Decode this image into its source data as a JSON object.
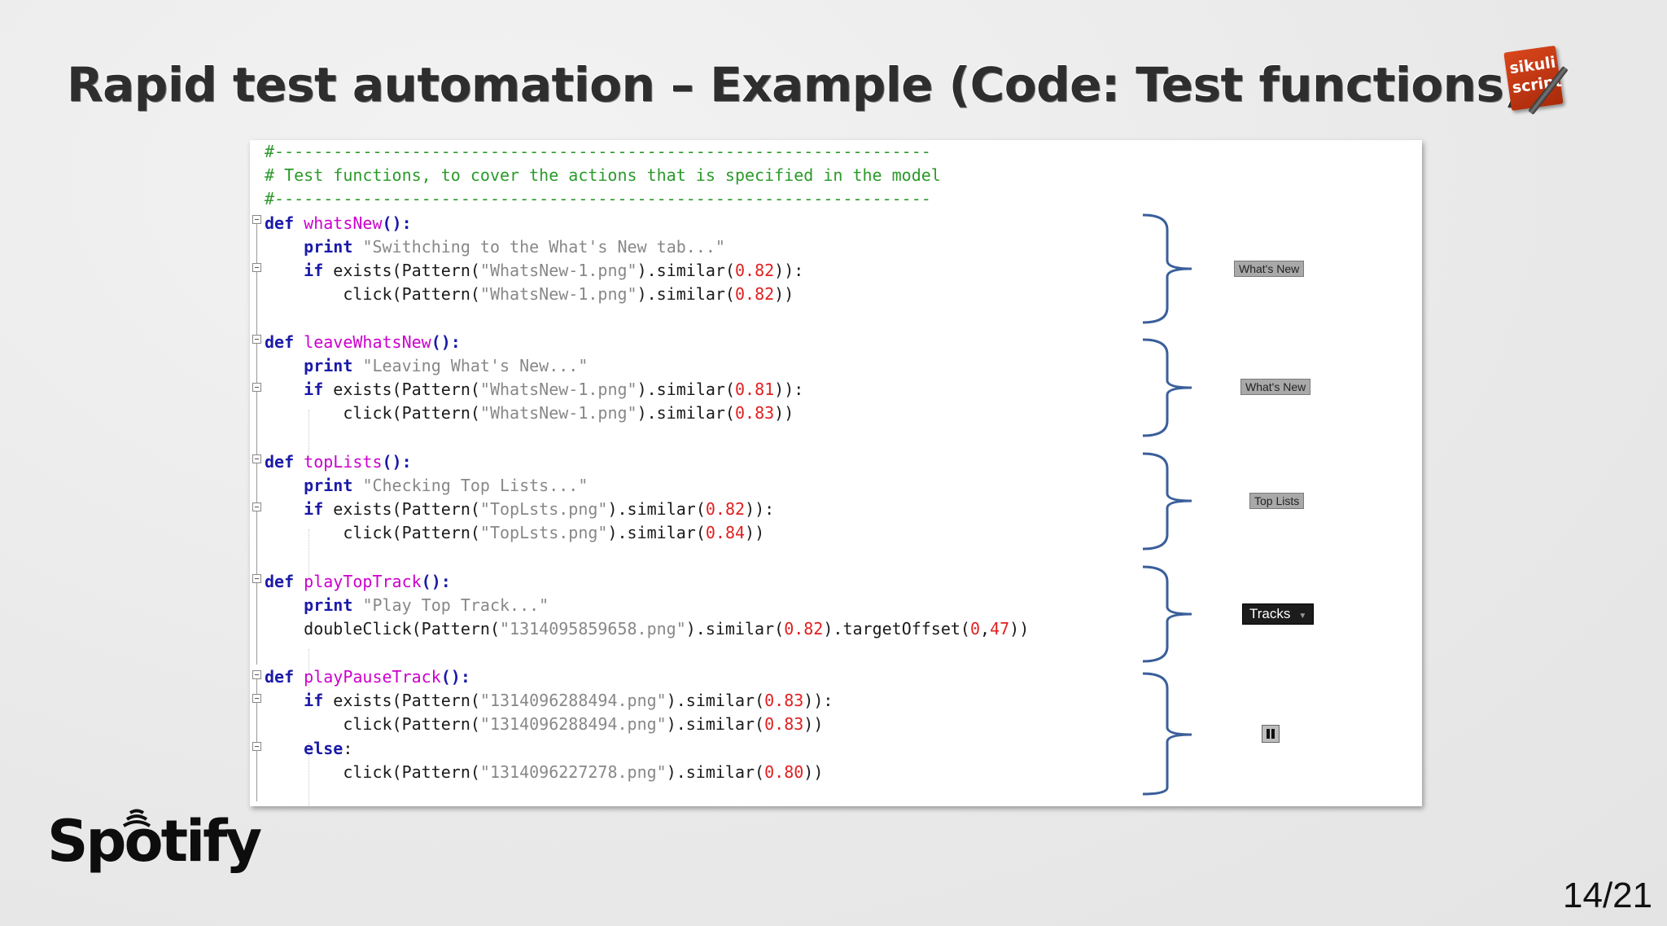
{
  "slide": {
    "title": "Rapid test automation – Example (Code: Test functions)",
    "page_number": "14/21",
    "logo_text": "Spotify",
    "sikuli_logo_line1": "sikuli",
    "sikuli_logo_line2": "script"
  },
  "code": {
    "comment_rule": "#-------------------------------------------------------------------",
    "comment_text": "# Test functions, to cover the actions that is specified in the model",
    "kw_def": "def",
    "kw_print": "print",
    "kw_if": "if",
    "kw_else": "else",
    "f1_name": "whatsNew",
    "f1_print": "\"Swithching to the What's New tab...\"",
    "f1_img": "\"WhatsNew-1.png\"",
    "f1_sim_a": "0.82",
    "f1_sim_b": "0.82",
    "f2_name": "leaveWhatsNew",
    "f2_print": "\"Leaving What's New...\"",
    "f2_img": "\"WhatsNew-1.png\"",
    "f2_sim_a": "0.81",
    "f2_sim_b": "0.83",
    "f3_name": "topLists",
    "f3_print": "\"Checking Top Lists...\"",
    "f3_img": "\"TopLsts.png\"",
    "f3_sim_a": "0.82",
    "f3_sim_b": "0.84",
    "f4_name": "playTopTrack",
    "f4_print": "\"Play Top Track...\"",
    "f4_img": "\"1314095859658.png\"",
    "f4_sim": "0.82",
    "f4_off_x": "0",
    "f4_off_y": "47",
    "f5_name": "playPauseTrack",
    "f5_img_a": "\"1314096288494.png\"",
    "f5_img_b": "\"1314096227278.png\"",
    "f5_sim_a": "0.83",
    "f5_sim_b": "0.83",
    "f5_sim_c": "0.80"
  },
  "thumbnails": {
    "whats_new_1": "What's New",
    "whats_new_2": "What's New",
    "top_lists": "Top Lists",
    "tracks": "Tracks",
    "tracks_arrow": "▼"
  },
  "colors": {
    "keyword": "#1a1aa8",
    "function_name": "#cc00cc",
    "string": "#888888",
    "number": "#e02020",
    "comment": "#2b9a2b",
    "brace": "#3a5f9a"
  }
}
